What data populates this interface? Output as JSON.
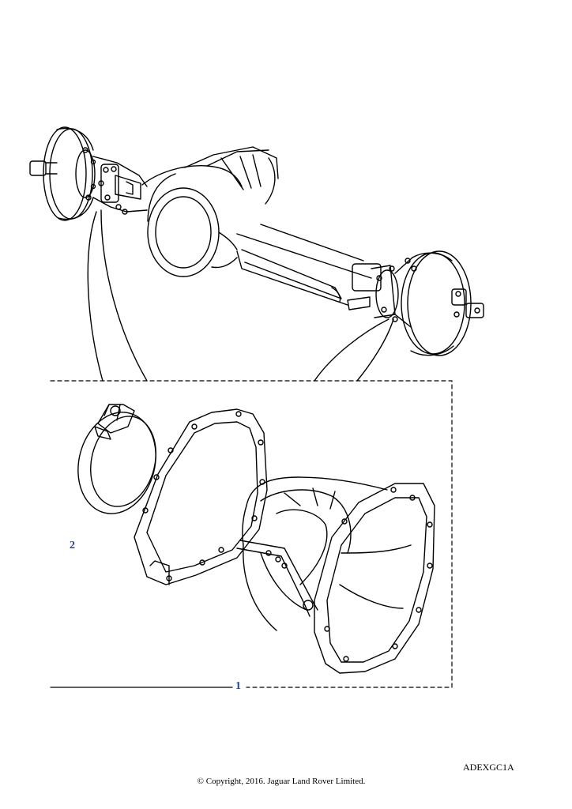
{
  "callouts": [
    {
      "label": "1"
    },
    {
      "label": "2"
    }
  ],
  "illustration_code": "ADEXGC1A",
  "copyright": "© Copyright, 2016. Jaguar Land Rover Limited.",
  "colors": {
    "line": "#000000",
    "callout": "#1a3fb5",
    "background": "#ffffff"
  }
}
